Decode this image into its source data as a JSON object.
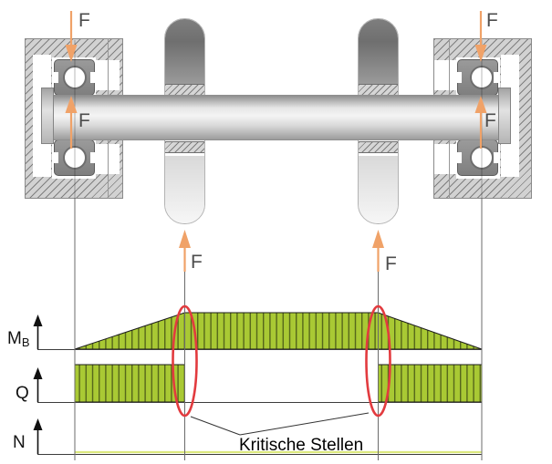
{
  "labels": {
    "force": "F",
    "moment_axis": "M",
    "moment_axis_sub": "B",
    "shear_axis": "Q",
    "normal_axis": "N",
    "critical_points": "Kritische Stellen"
  },
  "colors": {
    "arrow-orange": "#F0A268",
    "force-label-gray": "#4D4D4D",
    "diagram-green": "#A9C934",
    "diagram-green-dark": "#55661B",
    "n-line-green": "#DCE87E",
    "critical-red": "#E23B3F",
    "hatch-bg": "#D2D2D2",
    "hatch-line": "#7F7F7F",
    "axis-black": "#111111"
  },
  "icons": {
    "force-arrow-down-icon": "orange downward force arrow",
    "force-arrow-up-icon": "orange upward force arrow",
    "axis-arrow-icon": "black upward axis arrow",
    "critical-ellipse-icon": "red ellipse highlighting critical location"
  }
}
